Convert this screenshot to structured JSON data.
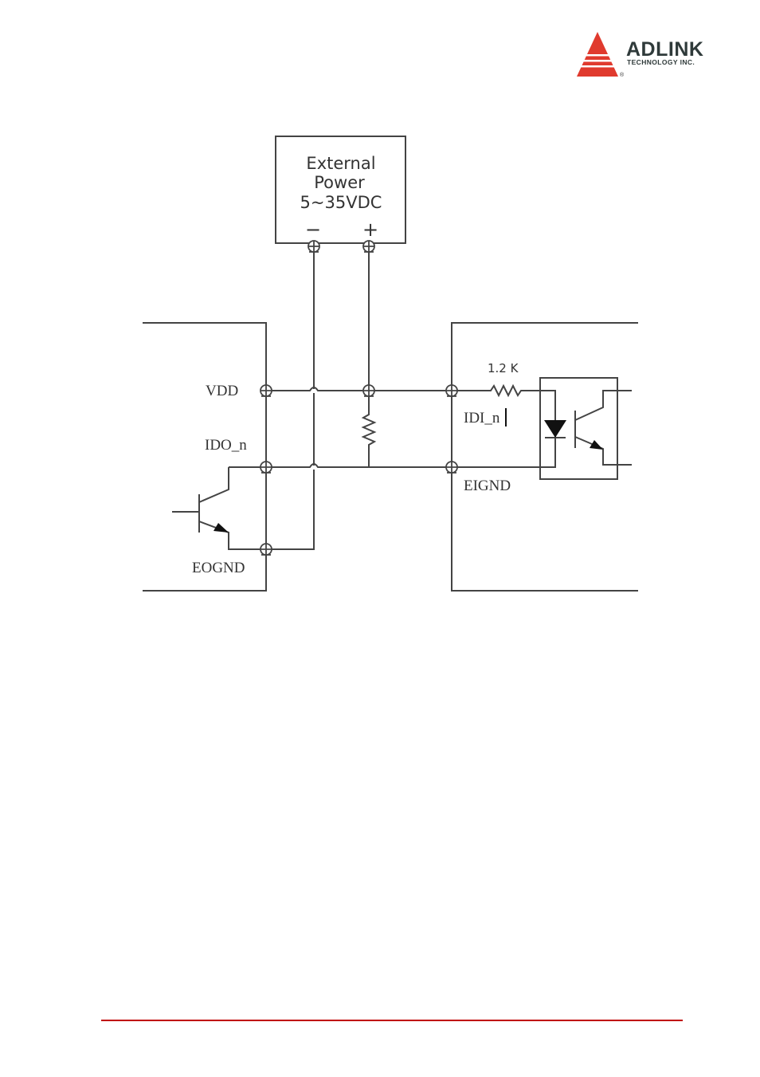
{
  "header": {
    "logo": {
      "brand": "ADLINK",
      "tagline": "TECHNOLOGY INC.",
      "registered_mark": "®",
      "accent_color": "#e03a2e"
    }
  },
  "diagram": {
    "power_supply": {
      "line1": "External",
      "line2": "Power",
      "line3": "5~35VDC",
      "minus_terminal": "−",
      "plus_terminal": "+"
    },
    "output_module": {
      "vdd_label": "VDD",
      "ido_label": "IDO_n",
      "eognd_label": "EOGND"
    },
    "input_module": {
      "resistor_label": "1.2 K",
      "idi_label": "IDI_n",
      "eignd_label": "EIGND"
    },
    "line_color": "#444444"
  },
  "footer": {
    "rule_color": "#c00000"
  }
}
